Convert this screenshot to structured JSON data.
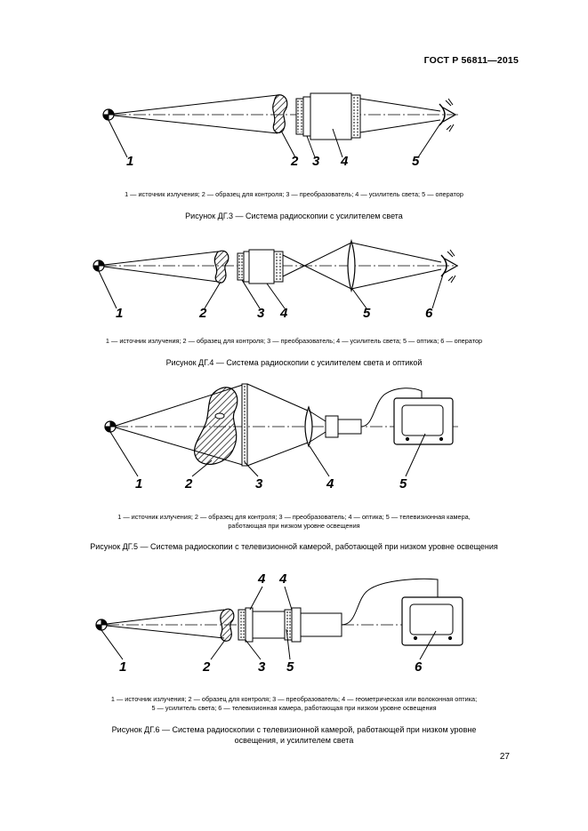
{
  "header": {
    "standard": "ГОСТ Р 56811—2015"
  },
  "fig3": {
    "labels": [
      "1",
      "2",
      "3",
      "4",
      "5"
    ],
    "legend": "1 — источник излучения; 2 — образец для контроля; 3 — преобразователь; 4 — усилитель света; 5 — оператор",
    "caption": "Рисунок ДГ.3 — Система радиоскопии с усилителем света"
  },
  "fig4": {
    "labels": [
      "1",
      "2",
      "3",
      "4",
      "5",
      "6"
    ],
    "legend": "1 — источник излучения; 2 — образец для контроля; 3 — преобразователь; 4 — усилитель света; 5 — оптика; 6 — оператор",
    "caption": "Рисунок ДГ.4 — Система радиоскопии с усилителем света и оптикой"
  },
  "fig5": {
    "labels": [
      "1",
      "2",
      "3",
      "4",
      "5"
    ],
    "legend_line1": "1 — источник излучения; 2 — образец для контроля; 3 — преобразователь; 4 — оптика; 5 — телевизионная камера,",
    "legend_line2": "работающая при низком уровне освещения",
    "caption": "Рисунок ДГ.5 — Система радиоскопии с телевизионной камерой, работающей при низком уровне освещения"
  },
  "fig6": {
    "labels": [
      "1",
      "2",
      "3",
      "4",
      "4",
      "5",
      "6"
    ],
    "legend_line1": "1 — источник излучения; 2 — образец для контроля; 3 — преобразователь; 4 — геометрическая или волоконная оптика;",
    "legend_line2": "5 — усилитель света; 6 — телевизионная камера, работающая при низком уровне освещения",
    "caption_line1": "Рисунок ДГ.6 — Система радиоскопии с телевизионной камерой,  работающей при низком уровне",
    "caption_line2": "освещения, и усилителем света"
  },
  "page_number": "27"
}
